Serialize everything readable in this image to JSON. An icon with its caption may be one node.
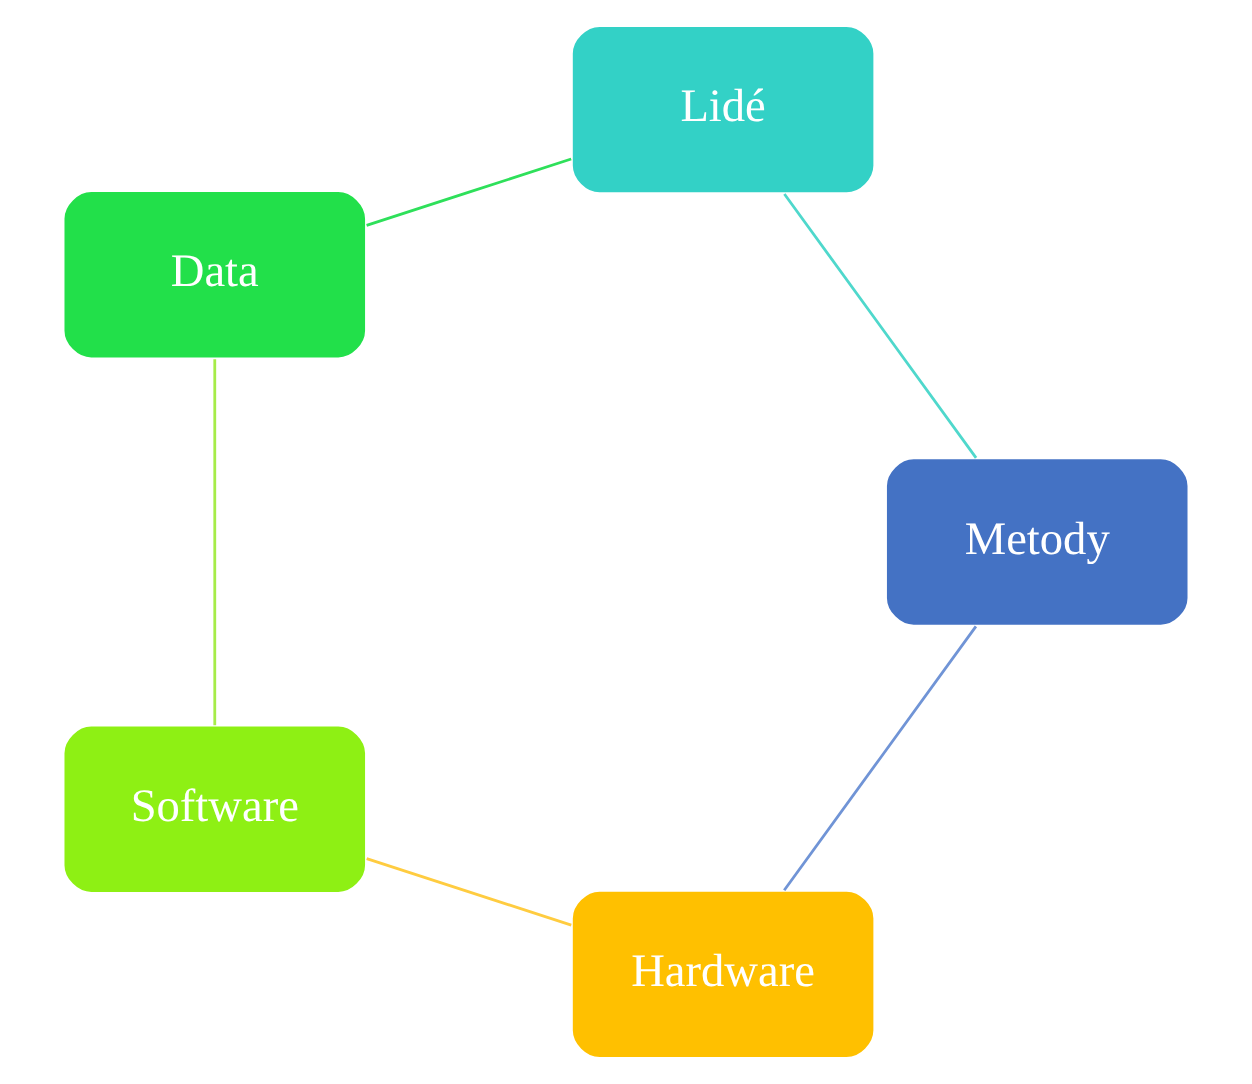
{
  "diagram": {
    "nodes": [
      {
        "text": [
          "Hardware"
        ]
      },
      {
        "text": [
          "Software"
        ]
      },
      {
        "text": [
          "Data"
        ]
      },
      {
        "text": [
          "Lidé"
        ]
      },
      {
        "text": [
          "Metody"
        ]
      }
    ],
    "edges": [
      {
        "from": 0,
        "to": 1,
        "arrow": "none",
        "color": "#ffcc40"
      },
      {
        "from": 1,
        "to": 2,
        "arrow": "none",
        "color": "#a6ec48"
      },
      {
        "from": 2,
        "to": 3,
        "arrow": "none",
        "color": "#2ee05a"
      },
      {
        "from": 3,
        "to": 4,
        "arrow": "none",
        "color": "#4fd8cc"
      },
      {
        "from": 4,
        "to": 0,
        "arrow": "none",
        "color": "#7094d6"
      }
    ]
  }
}
